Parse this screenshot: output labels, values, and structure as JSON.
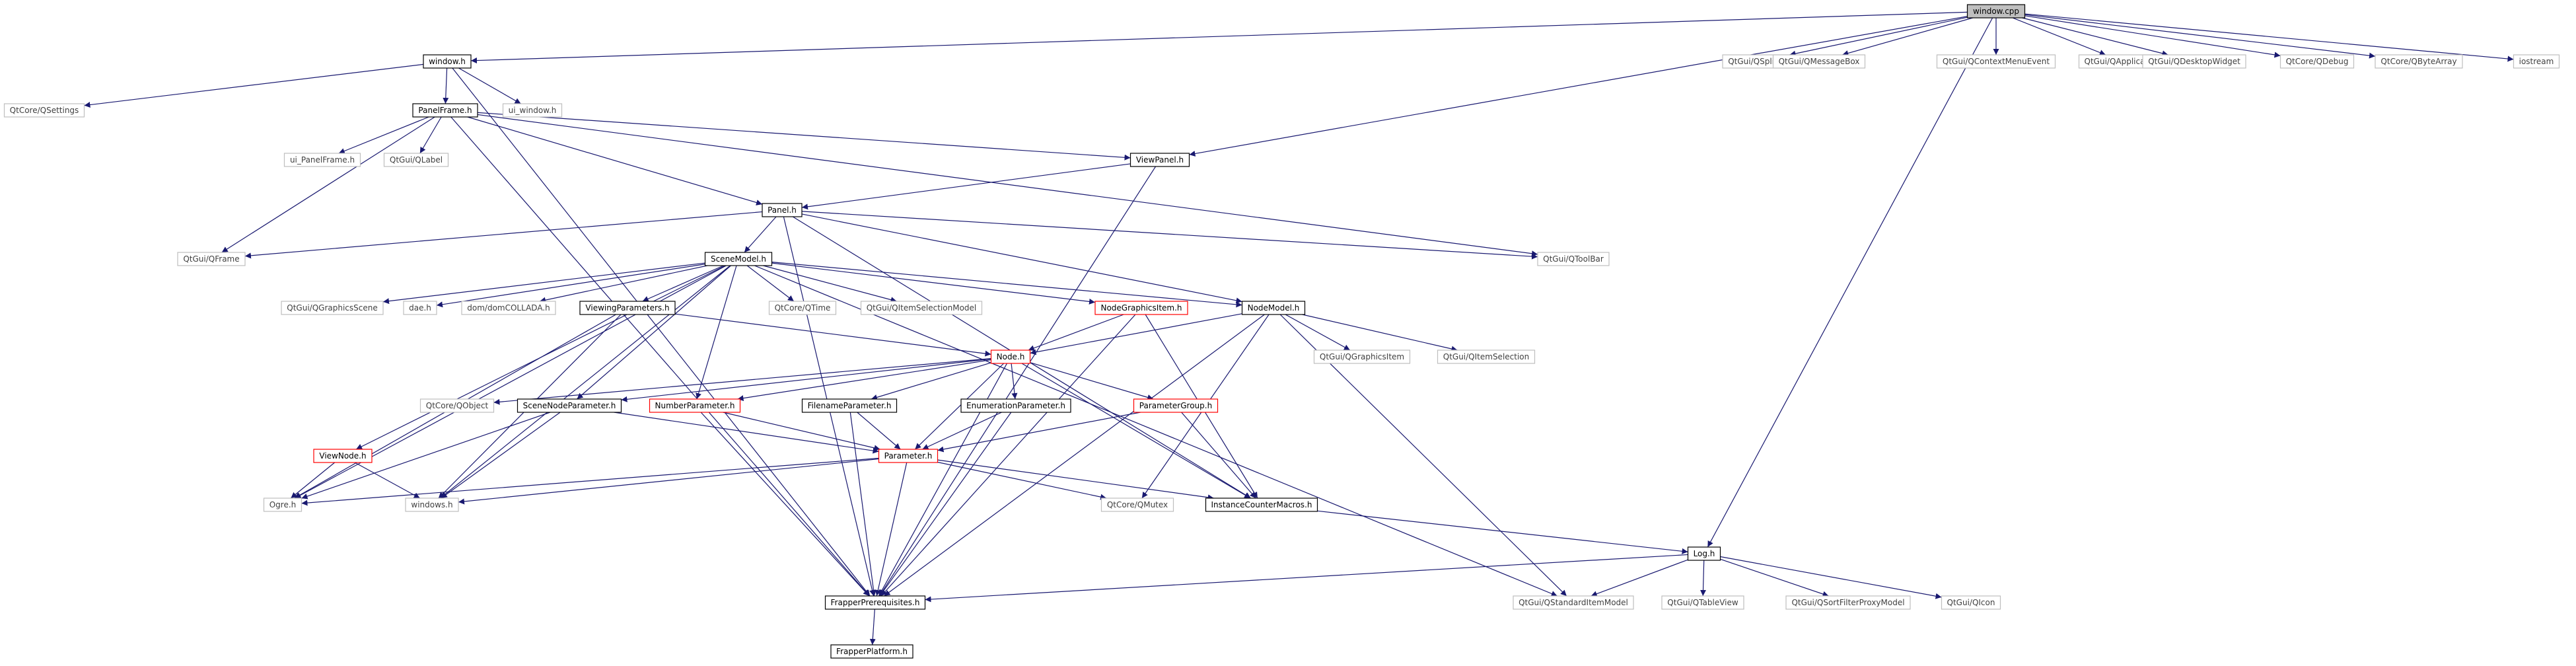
{
  "diagram": {
    "colors": {
      "edge": "#191970",
      "box_fill": "#ffffff",
      "root_fill": "#bfbfbf",
      "border_internal": "#000000",
      "border_external": "#bfbfbf",
      "border_truncated": "#ff0000",
      "text_internal": "#000000",
      "text_external": "#404040"
    },
    "nodes": [
      {
        "id": "window_cpp",
        "label": "window.cpp",
        "kind": "root"
      },
      {
        "id": "window_h",
        "label": "window.h",
        "kind": "internal"
      },
      {
        "id": "qsplitter",
        "label": "QtGui/QSplitter",
        "kind": "external"
      },
      {
        "id": "qmessagebox",
        "label": "QtGui/QMessageBox",
        "kind": "external"
      },
      {
        "id": "qcontextmenuevent",
        "label": "QtGui/QContextMenuEvent",
        "kind": "external"
      },
      {
        "id": "qapplication",
        "label": "QtGui/QApplication",
        "kind": "external"
      },
      {
        "id": "qdesktopwidget",
        "label": "QtGui/QDesktopWidget",
        "kind": "external"
      },
      {
        "id": "qdebug",
        "label": "QtCore/QDebug",
        "kind": "external"
      },
      {
        "id": "qbytearray",
        "label": "QtCore/QByteArray",
        "kind": "external"
      },
      {
        "id": "iostream",
        "label": "iostream",
        "kind": "external"
      },
      {
        "id": "qsettings",
        "label": "QtCore/QSettings",
        "kind": "external"
      },
      {
        "id": "ui_window",
        "label": "ui_window.h",
        "kind": "external"
      },
      {
        "id": "panelframe",
        "label": "PanelFrame.h",
        "kind": "internal"
      },
      {
        "id": "ui_panelframe",
        "label": "ui_PanelFrame.h",
        "kind": "external"
      },
      {
        "id": "qlabel",
        "label": "QtGui/QLabel",
        "kind": "external"
      },
      {
        "id": "viewpanel",
        "label": "ViewPanel.h",
        "kind": "internal"
      },
      {
        "id": "panel",
        "label": "Panel.h",
        "kind": "internal"
      },
      {
        "id": "qframe",
        "label": "QtGui/QFrame",
        "kind": "external"
      },
      {
        "id": "qtoolbar",
        "label": "QtGui/QToolBar",
        "kind": "external"
      },
      {
        "id": "scenemodel",
        "label": "SceneModel.h",
        "kind": "internal"
      },
      {
        "id": "qgraphicsscene",
        "label": "QtGui/QGraphicsScene",
        "kind": "external"
      },
      {
        "id": "dae",
        "label": "dae.h",
        "kind": "external"
      },
      {
        "id": "domcollada",
        "label": "dom/domCOLLADA.h",
        "kind": "external"
      },
      {
        "id": "viewingparams",
        "label": "ViewingParameters.h",
        "kind": "internal"
      },
      {
        "id": "qtime",
        "label": "QtCore/QTime",
        "kind": "external"
      },
      {
        "id": "qitemselectionmodel",
        "label": "QtGui/QItemSelectionModel",
        "kind": "external"
      },
      {
        "id": "nodegraphicsitem",
        "label": "NodeGraphicsItem.h",
        "kind": "truncated"
      },
      {
        "id": "nodemodel",
        "label": "NodeModel.h",
        "kind": "internal"
      },
      {
        "id": "qgraphicsitem",
        "label": "QtGui/QGraphicsItem",
        "kind": "external"
      },
      {
        "id": "qitemselection",
        "label": "QtGui/QItemSelection",
        "kind": "external"
      },
      {
        "id": "node",
        "label": "Node.h",
        "kind": "truncated"
      },
      {
        "id": "qobject",
        "label": "QtCore/QObject",
        "kind": "external"
      },
      {
        "id": "scenenodeparam",
        "label": "SceneNodeParameter.h",
        "kind": "internal"
      },
      {
        "id": "numberparam",
        "label": "NumberParameter.h",
        "kind": "truncated"
      },
      {
        "id": "filenameparam",
        "label": "FilenameParameter.h",
        "kind": "internal"
      },
      {
        "id": "enumparam",
        "label": "EnumerationParameter.h",
        "kind": "internal"
      },
      {
        "id": "paramgroup",
        "label": "ParameterGroup.h",
        "kind": "truncated"
      },
      {
        "id": "viewnode",
        "label": "ViewNode.h",
        "kind": "truncated"
      },
      {
        "id": "parameter",
        "label": "Parameter.h",
        "kind": "truncated"
      },
      {
        "id": "ogre",
        "label": "Ogre.h",
        "kind": "external"
      },
      {
        "id": "windows",
        "label": "windows.h",
        "kind": "external"
      },
      {
        "id": "qmutex",
        "label": "QtCore/QMutex",
        "kind": "external"
      },
      {
        "id": "instancecounter",
        "label": "InstanceCounterMacros.h",
        "kind": "internal"
      },
      {
        "id": "log",
        "label": "Log.h",
        "kind": "internal"
      },
      {
        "id": "frapperprereq",
        "label": "FrapperPrerequisites.h",
        "kind": "internal"
      },
      {
        "id": "qstandarditemmodel",
        "label": "QtGui/QStandardItemModel",
        "kind": "external"
      },
      {
        "id": "qtableview",
        "label": "QtGui/QTableView",
        "kind": "external"
      },
      {
        "id": "qsortfilterproxymodel",
        "label": "QtGui/QSortFilterProxyModel",
        "kind": "external"
      },
      {
        "id": "qicon",
        "label": "QtGui/QIcon",
        "kind": "external"
      },
      {
        "id": "frapperplatform",
        "label": "FrapperPlatform.h",
        "kind": "internal"
      }
    ],
    "edges": [
      [
        "window_cpp",
        "window_h"
      ],
      [
        "window_cpp",
        "viewpanel"
      ],
      [
        "window_cpp",
        "qsplitter"
      ],
      [
        "window_cpp",
        "qmessagebox"
      ],
      [
        "window_cpp",
        "qcontextmenuevent"
      ],
      [
        "window_cpp",
        "qapplication"
      ],
      [
        "window_cpp",
        "qdesktopwidget"
      ],
      [
        "window_cpp",
        "qdebug"
      ],
      [
        "window_cpp",
        "qbytearray"
      ],
      [
        "window_cpp",
        "iostream"
      ],
      [
        "window_cpp",
        "log"
      ],
      [
        "window_h",
        "qsettings"
      ],
      [
        "window_h",
        "panelframe"
      ],
      [
        "window_h",
        "ui_window"
      ],
      [
        "window_h",
        "frapperprereq"
      ],
      [
        "panelframe",
        "ui_panelframe"
      ],
      [
        "panelframe",
        "qlabel"
      ],
      [
        "panelframe",
        "viewpanel"
      ],
      [
        "panelframe",
        "panel"
      ],
      [
        "panelframe",
        "qframe"
      ],
      [
        "panelframe",
        "qtoolbar"
      ],
      [
        "panelframe",
        "frapperprereq"
      ],
      [
        "viewpanel",
        "panel"
      ],
      [
        "viewpanel",
        "frapperprereq"
      ],
      [
        "panel",
        "qframe"
      ],
      [
        "panel",
        "qtoolbar"
      ],
      [
        "panel",
        "scenemodel"
      ],
      [
        "panel",
        "nodemodel"
      ],
      [
        "panel",
        "instancecounter"
      ],
      [
        "panel",
        "frapperprereq"
      ],
      [
        "scenemodel",
        "qgraphicsscene"
      ],
      [
        "scenemodel",
        "dae"
      ],
      [
        "scenemodel",
        "domcollada"
      ],
      [
        "scenemodel",
        "viewingparams"
      ],
      [
        "scenemodel",
        "qtime"
      ],
      [
        "scenemodel",
        "qitemselectionmodel"
      ],
      [
        "scenemodel",
        "nodegraphicsitem"
      ],
      [
        "scenemodel",
        "nodemodel"
      ],
      [
        "scenemodel",
        "scenenodeparam"
      ],
      [
        "scenemodel",
        "numberparam"
      ],
      [
        "scenemodel",
        "viewnode"
      ],
      [
        "scenemodel",
        "ogre"
      ],
      [
        "scenemodel",
        "windows"
      ],
      [
        "scenemodel",
        "qstandarditemmodel"
      ],
      [
        "viewingparams",
        "node"
      ],
      [
        "viewingparams",
        "ogre"
      ],
      [
        "viewingparams",
        "windows"
      ],
      [
        "nodegraphicsitem",
        "node"
      ],
      [
        "nodegraphicsitem",
        "instancecounter"
      ],
      [
        "nodegraphicsitem",
        "frapperprereq"
      ],
      [
        "nodemodel",
        "node"
      ],
      [
        "nodemodel",
        "qgraphicsitem"
      ],
      [
        "nodemodel",
        "qitemselection"
      ],
      [
        "nodemodel",
        "qstandarditemmodel"
      ],
      [
        "nodemodel",
        "qmutex"
      ],
      [
        "nodemodel",
        "frapperprereq"
      ],
      [
        "node",
        "qobject"
      ],
      [
        "node",
        "scenenodeparam"
      ],
      [
        "node",
        "numberparam"
      ],
      [
        "node",
        "filenameparam"
      ],
      [
        "node",
        "enumparam"
      ],
      [
        "node",
        "paramgroup"
      ],
      [
        "node",
        "parameter"
      ],
      [
        "node",
        "instancecounter"
      ],
      [
        "node",
        "frapperprereq"
      ],
      [
        "scenenodeparam",
        "parameter"
      ],
      [
        "scenenodeparam",
        "ogre"
      ],
      [
        "scenenodeparam",
        "windows"
      ],
      [
        "numberparam",
        "parameter"
      ],
      [
        "numberparam",
        "frapperprereq"
      ],
      [
        "filenameparam",
        "parameter"
      ],
      [
        "filenameparam",
        "frapperprereq"
      ],
      [
        "enumparam",
        "parameter"
      ],
      [
        "enumparam",
        "frapperprereq"
      ],
      [
        "paramgroup",
        "parameter"
      ],
      [
        "paramgroup",
        "instancecounter"
      ],
      [
        "viewnode",
        "ogre"
      ],
      [
        "viewnode",
        "windows"
      ],
      [
        "parameter",
        "ogre"
      ],
      [
        "parameter",
        "windows"
      ],
      [
        "parameter",
        "qmutex"
      ],
      [
        "parameter",
        "instancecounter"
      ],
      [
        "parameter",
        "frapperprereq"
      ],
      [
        "instancecounter",
        "log"
      ],
      [
        "log",
        "frapperprereq"
      ],
      [
        "log",
        "qstandarditemmodel"
      ],
      [
        "log",
        "qtableview"
      ],
      [
        "log",
        "qsortfilterproxymodel"
      ],
      [
        "log",
        "qicon"
      ],
      [
        "frapperprereq",
        "frapperplatform"
      ]
    ]
  }
}
